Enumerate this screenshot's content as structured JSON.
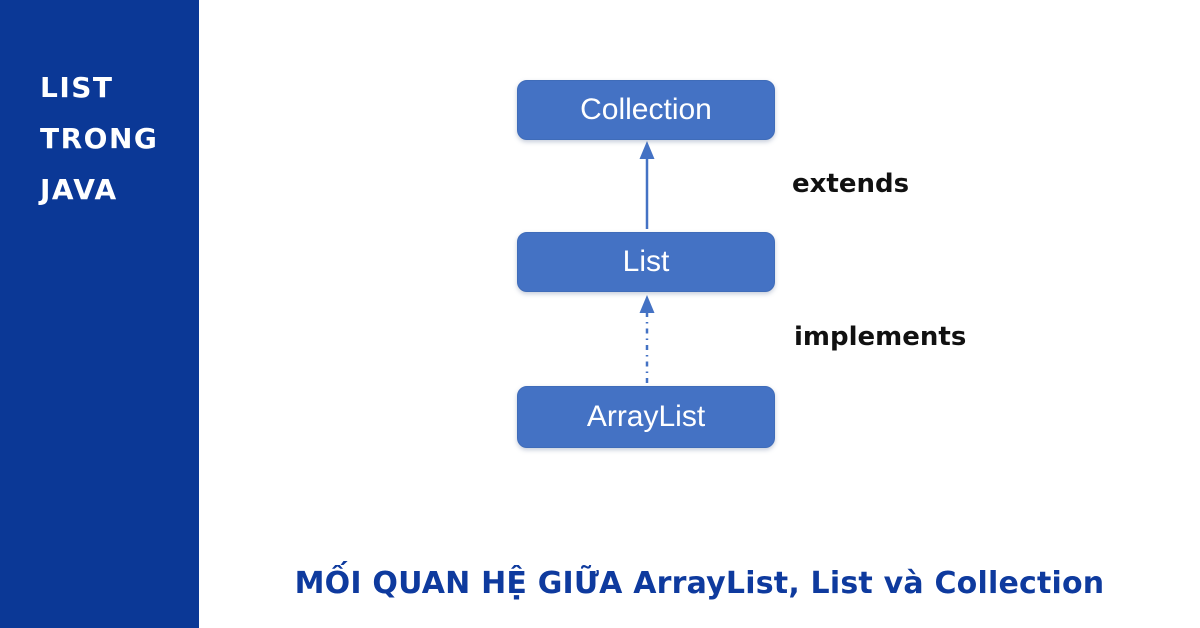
{
  "sidebar": {
    "bg_color": "#0b3896",
    "text_color": "#ffffff",
    "lines": [
      "LIST",
      "TRONG",
      "JAVA"
    ]
  },
  "diagram": {
    "node_fill": "#4472c4",
    "node_text_color": "#ffffff",
    "arrow_color": "#4472c4",
    "nodes": [
      {
        "id": "collection",
        "label": "Collection"
      },
      {
        "id": "list",
        "label": "List"
      },
      {
        "id": "arraylist",
        "label": "ArrayList"
      }
    ],
    "edges": [
      {
        "from": "List",
        "to": "Collection",
        "label": "extends",
        "style": "solid"
      },
      {
        "from": "ArrayList",
        "to": "List",
        "label": "implements",
        "style": "dash-dot"
      }
    ]
  },
  "caption": {
    "text": "MỐI QUAN HỆ GIỮA ArrayList, List và Collection",
    "color": "#0e3a9e"
  }
}
